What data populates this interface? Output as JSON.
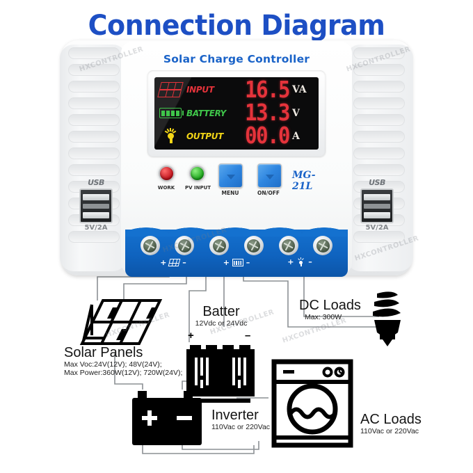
{
  "page": {
    "title": "Connection Diagram",
    "title_color": "#1d4fc4",
    "background": "#ffffff",
    "watermark": "HXCONTROLLER"
  },
  "controller": {
    "brand_text": "Solar Charge Controller",
    "brand_color": "#1a63c8",
    "model": "MG-21L",
    "display": {
      "rows": [
        {
          "icon": "solar-panel-icon",
          "label": "INPUT",
          "label_color": "#e5333b",
          "value": "16.5",
          "unit": "VA",
          "value_color": "#e5333b"
        },
        {
          "icon": "battery-icon",
          "label": "BATTERY",
          "label_color": "#3fc54a",
          "value": "13.3",
          "unit": "V",
          "value_color": "#e5333b"
        },
        {
          "icon": "lamp-icon",
          "label": "OUTPUT",
          "label_color": "#f3d617",
          "value": "00.0",
          "unit": "A",
          "value_color": "#e5333b"
        }
      ]
    },
    "indicators": [
      {
        "name": "work-led",
        "label": "WORK",
        "color": "#c0111a"
      },
      {
        "name": "pv-input-led",
        "label": "PV INPUT",
        "color": "#18a318"
      }
    ],
    "buttons": [
      {
        "name": "menu-button",
        "label": "MENU",
        "color": "#2f86e0"
      },
      {
        "name": "onoff-button",
        "label": "ON/OFF",
        "color": "#2f86e0"
      }
    ],
    "usb": {
      "label": "USB",
      "rating": "5V/2A"
    },
    "terminals": {
      "strip_color": "#1471cf",
      "groups": [
        {
          "icon": "solar-panel-icon",
          "plus": "+",
          "minus": "–"
        },
        {
          "icon": "battery-icon",
          "plus": "+",
          "minus": "–"
        },
        {
          "icon": "lamp-icon",
          "plus": "+",
          "minus": "–"
        }
      ]
    }
  },
  "diagram": {
    "nodes": [
      {
        "id": "solar-panels",
        "title": "Solar Panels",
        "lines": [
          "Max Voc:24V(12V); 48V(24V);",
          "Max Power:360W(12V); 720W(24V);"
        ]
      },
      {
        "id": "battery",
        "title": "Batter",
        "lines": [
          "12Vdc or 24Vdc"
        ],
        "polarity_plus": "+",
        "polarity_minus": "–"
      },
      {
        "id": "dc-loads",
        "title": "DC Loads",
        "lines": [
          "Max:  300W"
        ]
      },
      {
        "id": "inverter",
        "title": "Inverter",
        "lines": [
          "110Vac or 220Vac"
        ]
      },
      {
        "id": "ac-loads",
        "title": "AC Loads",
        "lines": [
          "110Vac or 220Vac"
        ]
      }
    ],
    "wire_color": "#8c9094"
  }
}
